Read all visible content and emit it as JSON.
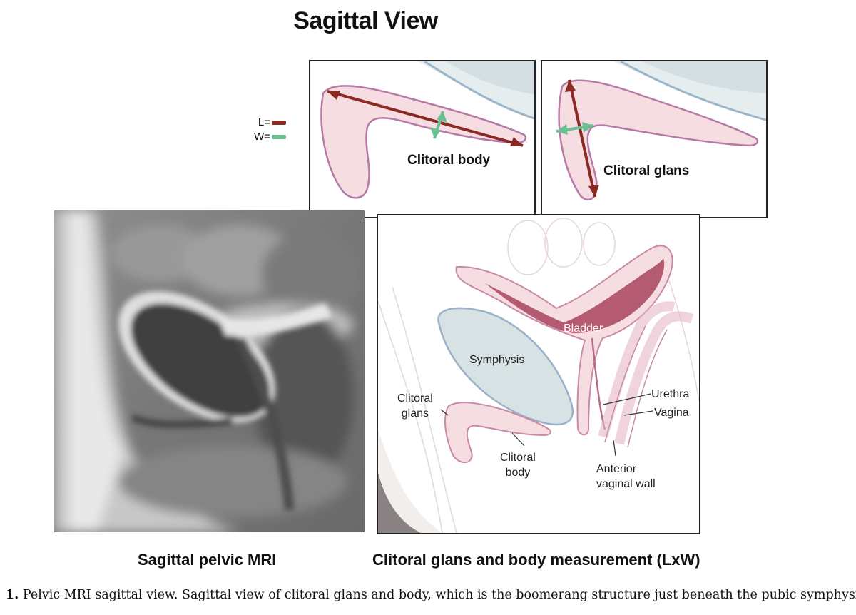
{
  "title": "Sagittal View",
  "legend": {
    "length_label": "L=",
    "width_label": "W=",
    "length_color": "#8b2a22",
    "width_color": "#6cbf93"
  },
  "panels": {
    "body_label": "Clitoral body",
    "glans_label": "Clitoral glans"
  },
  "anatomy": {
    "bladder": "Bladder",
    "symphysis": "Symphysis",
    "clitoral_glans_line1": "Clitoral",
    "clitoral_glans_line2": "glans",
    "clitoral_body_line1": "Clitoral",
    "clitoral_body_line2": "body",
    "urethra": "Urethra",
    "vagina": "Vagina",
    "anterior_line1": "Anterior",
    "anterior_line2": "vaginal wall"
  },
  "captions": {
    "mri": "Sagittal pelvic MRI",
    "measurement": "Clitoral glans and body measurement (LxW)"
  },
  "figure_caption": {
    "number": "1.",
    "text": "Pelvic MRI sagittal view. Sagittal view of clitoral glans and body, which is the boomerang structure just beneath the pubic symphysis."
  },
  "colors": {
    "tissue_fill": "#f6dde2",
    "tissue_stroke": "#b77aa6",
    "bone_fill": "#d7e2e4",
    "bladder_lumen": "#a8445e"
  }
}
